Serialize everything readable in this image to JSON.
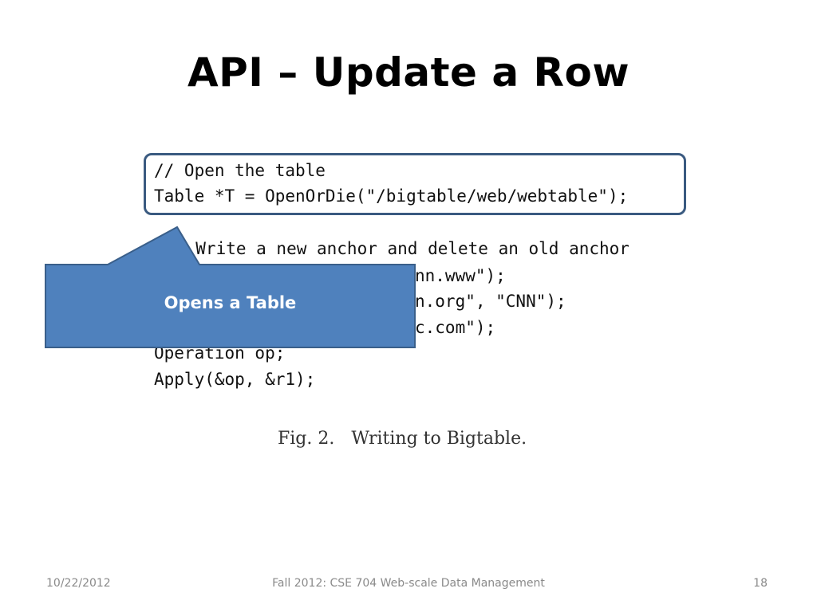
{
  "slide": {
    "title": "API – Update a Row"
  },
  "code": {
    "lines": [
      "// Open the table",
      "Table *T = OpenOrDie(\"/bigtable/web/webtable\");",
      "/ Write a new anchor and delete an old anchor",
      "nn.www\");",
      "n.org\", \"CNN\");",
      "c.com\");",
      "Operation op;",
      "Apply(&op, &r1);"
    ]
  },
  "figure": {
    "caption": "Fig. 2.   Writing to Bigtable."
  },
  "callout": {
    "label": "Opens a Table",
    "fill_color": "#4f81bd",
    "border_color": "#3a5f8a"
  },
  "footer": {
    "date": "10/22/2012",
    "course": "Fall 2012: CSE 704 Web-scale Data Management",
    "page": "18"
  }
}
